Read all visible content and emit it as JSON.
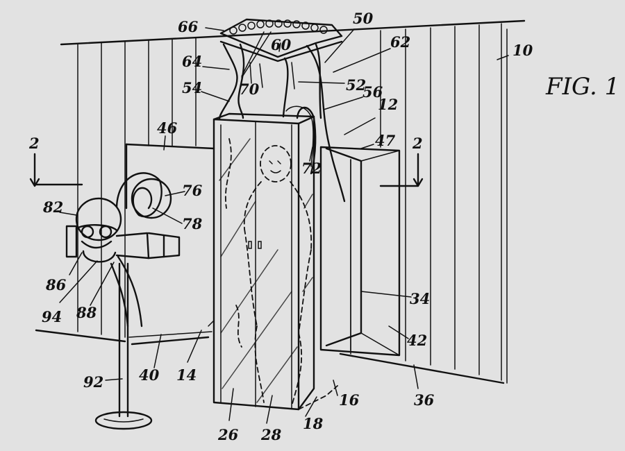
{
  "figure": {
    "label": "FIG. 1",
    "reference_numerals": [
      "66",
      "60",
      "50",
      "62",
      "10",
      "64",
      "70",
      "52",
      "56",
      "54",
      "12",
      "46",
      "47",
      "2",
      "2",
      "72",
      "76",
      "82",
      "78",
      "86",
      "94",
      "88",
      "34",
      "42",
      "92",
      "40",
      "14",
      "16",
      "36",
      "26",
      "28",
      "18"
    ]
  }
}
